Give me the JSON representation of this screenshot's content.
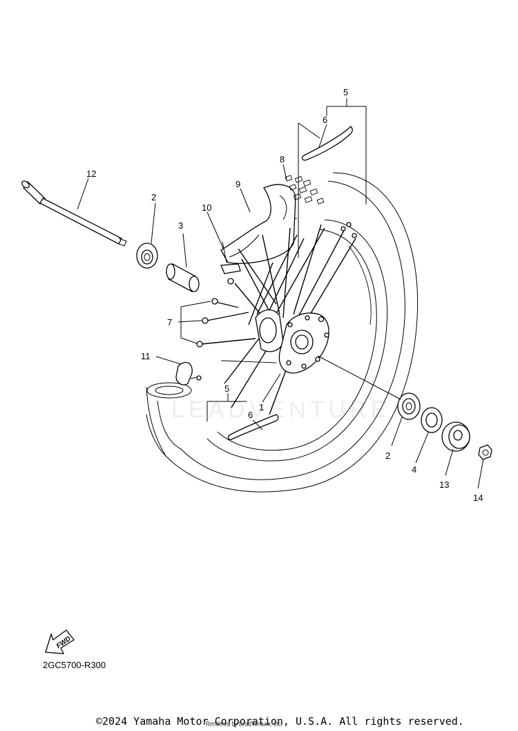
{
  "diagram": {
    "code": "2GC5700-R300",
    "fwd_label": "FWD",
    "watermark": "LEADVENTURE",
    "callouts": [
      "1",
      "2",
      "2",
      "3",
      "4",
      "5",
      "5",
      "6",
      "6",
      "7",
      "8",
      "9",
      "10",
      "11",
      "12",
      "13",
      "14"
    ]
  },
  "footer": {
    "copyright": "©2024 Yamaha Motor Corporation, U.S.A. All rights reserved.",
    "rendered_by": "Rendered by LeadVenture, Inc."
  },
  "colors": {
    "ink": "#000000",
    "background": "#ffffff"
  }
}
